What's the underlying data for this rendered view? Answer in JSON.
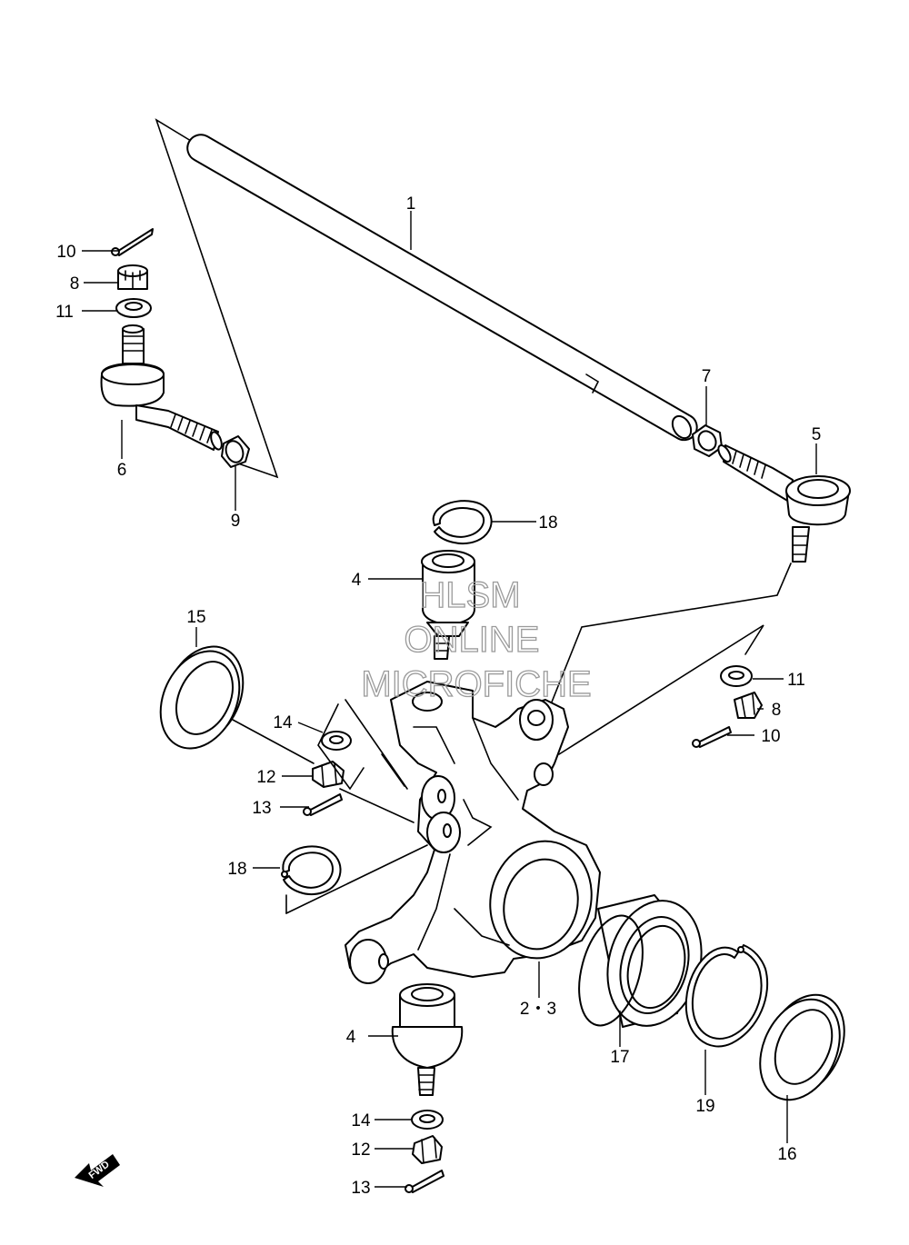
{
  "diagram": {
    "callouts": {
      "c1": "1",
      "c2_3": "2・3",
      "c4a": "4",
      "c4b": "4",
      "c5": "5",
      "c6": "6",
      "c7": "7",
      "c8a": "8",
      "c8b": "8",
      "c9": "9",
      "c10a": "10",
      "c10b": "10",
      "c11a": "11",
      "c11b": "11",
      "c12a": "12",
      "c12b": "12",
      "c13a": "13",
      "c13b": "13",
      "c14a": "14",
      "c14b": "14",
      "c15": "15",
      "c16": "16",
      "c17": "17",
      "c18a": "18",
      "c18b": "18",
      "c19": "19"
    },
    "watermark": {
      "line1": "HLSM",
      "line2": "ONLINE",
      "line3": "MICROFICHE"
    },
    "fwd_label": "FWD"
  }
}
